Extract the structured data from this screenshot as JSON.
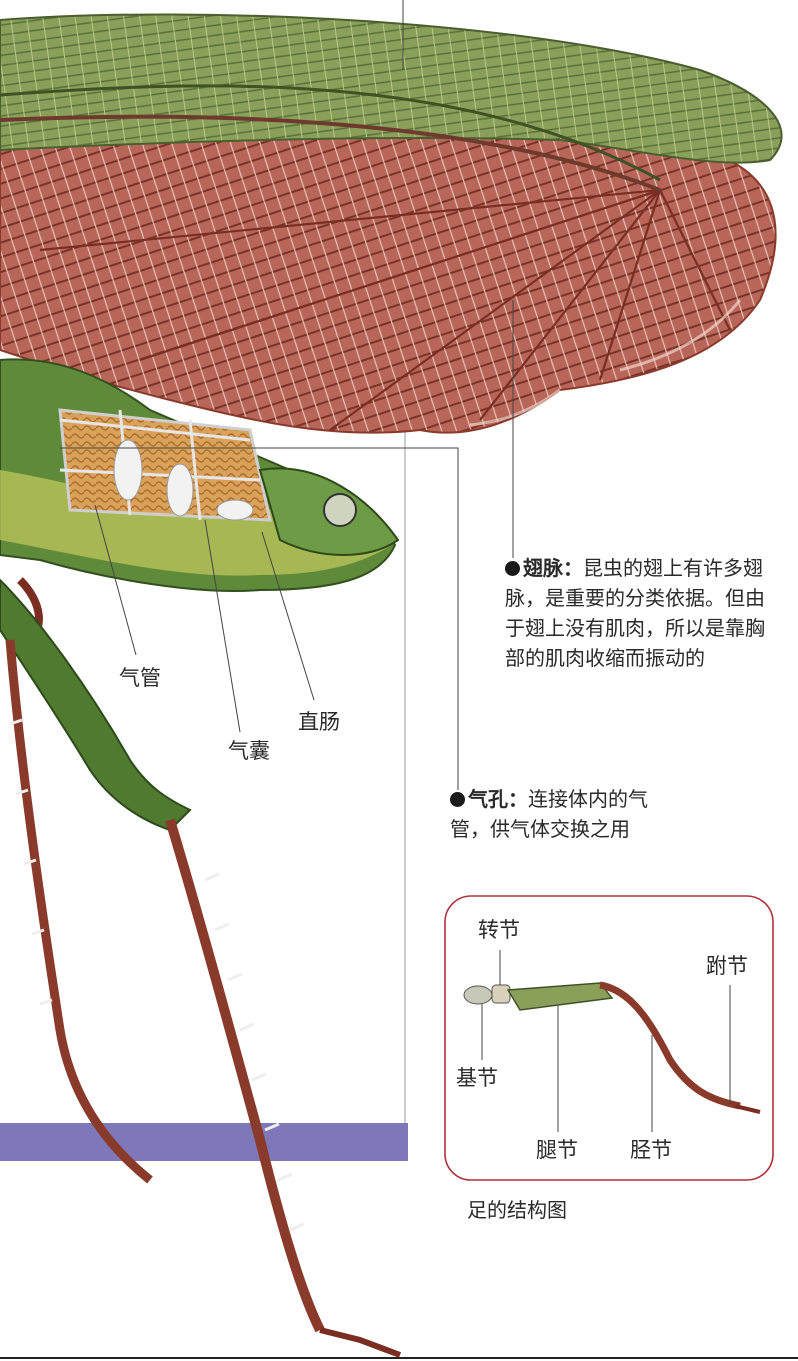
{
  "labels": {
    "trachea": "气管",
    "air_sac": "气囊",
    "rectum": "直肠"
  },
  "wing_vein": {
    "term": "翅脉：",
    "lines": [
      "昆虫的翅上有许多翅",
      "脉，是重要的分类依据。但由",
      "于翅上没有肌肉，所以是靠胸",
      "部的肌肉收缩而振动的"
    ]
  },
  "spiracle": {
    "term": "气孔：",
    "lines": [
      "连接体内的气",
      "管，供气体交换之用"
    ]
  },
  "leg_inset": {
    "caption": "足的结构图",
    "labels": {
      "trochanter": "转节",
      "tarsus": "跗节",
      "coxa": "基节",
      "femur": "腿节",
      "tibia": "胫节"
    }
  },
  "colors": {
    "wing_red": "#b5584a",
    "wing_green": "#8aa05a",
    "body_green": "#5f8a3a",
    "leg_brown": "#8a3a2a",
    "band_purple": "#7e78b8",
    "inset_border": "#b0303a"
  }
}
